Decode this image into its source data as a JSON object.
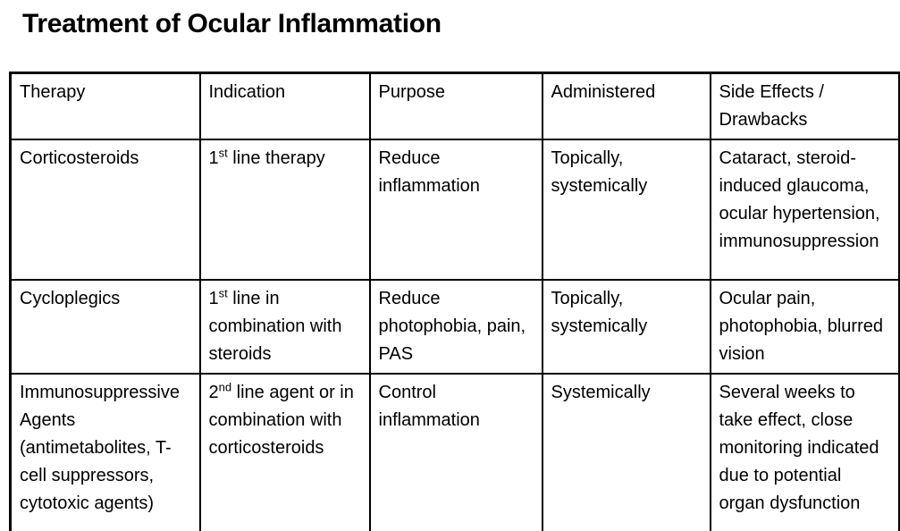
{
  "title": "Treatment of Ocular Inflammation",
  "colors": {
    "background": "#ffffff",
    "border": "#000000",
    "text": "#000000"
  },
  "table": {
    "headers": [
      "Therapy",
      "Indication",
      "Purpose",
      "Administered",
      "Side Effects / Drawbacks"
    ],
    "rows": [
      {
        "therapy": "Corticosteroids",
        "indication_num": "1",
        "indication_sup": "st",
        "indication_rest": " line therapy",
        "indication_full": "1st line therapy",
        "purpose": "Reduce inflammation",
        "administered": "Topically, systemically",
        "side_effects": "Cataract, steroid-induced glaucoma, ocular hypertension, immunosuppression"
      },
      {
        "therapy": "Cycloplegics",
        "indication_num": "1",
        "indication_sup": "st",
        "indication_rest": " line in combination with steroids",
        "indication_full": "1st line in combination with steroids",
        "purpose": "Reduce photophobia, pain, PAS",
        "administered": "Topically, systemically",
        "side_effects": "Ocular pain, photophobia, blurred vision"
      },
      {
        "therapy": "Immunosuppressive Agents (antimetabolites, T-cell suppressors, cytotoxic agents)",
        "indication_num": "2",
        "indication_sup": "nd",
        "indication_rest": " line agent or in combination with corticosteroids",
        "indication_full": "2nd line agent or in combination with corticosteroids",
        "purpose": "Control inflammation",
        "administered": "Systemically",
        "side_effects": "Several  weeks to take effect, close monitoring indicated due to potential organ dysfunction"
      }
    ]
  }
}
